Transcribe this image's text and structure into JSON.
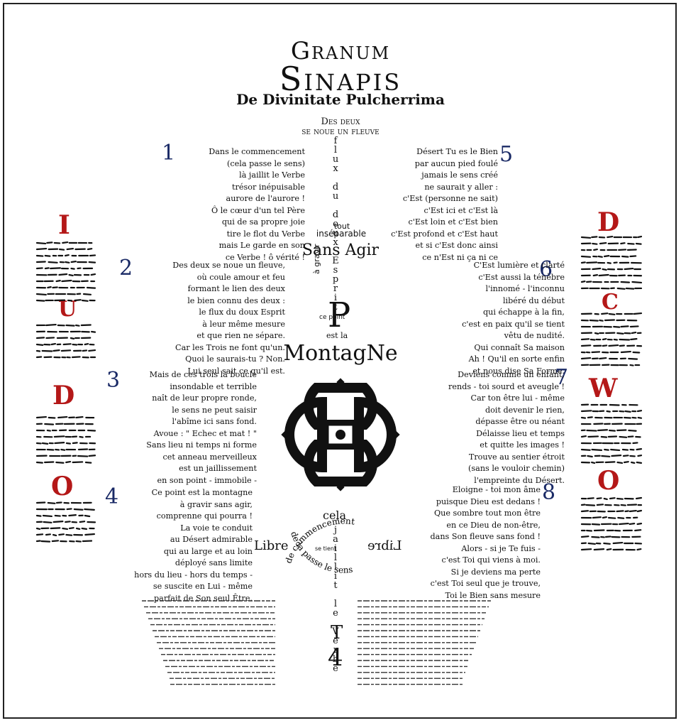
{
  "title": {
    "line1": "Granum",
    "line2": "Sinapis",
    "line3": "De Divinitate Pulcherrima"
  },
  "subtitle": {
    "line1": "Des deux",
    "line2": "se noue un fleuve"
  },
  "stanzas": [
    {
      "num": "1",
      "lines": [
        "Dans le commencement",
        "(cela passe le sens)",
        "là jaillit le Verbe",
        "trésor inépuisable",
        "aurore de l'aurore !",
        "Ô le cœur d'un tel Père",
        "qui de sa propre joie",
        "tire le flot du Verbe",
        "mais Le garde en son",
        "ce Verbe ! ô vérité !"
      ]
    },
    {
      "num": "2",
      "lines": [
        "Des deux se noue un fleuve,",
        "où coule amour et feu",
        "formant le lien des deux",
        "le bien connu des deux :",
        "le flux du doux Esprit",
        "à leur même mesure",
        "et que rien ne sépare.",
        "Car les Trois ne font qu'un.",
        "Quoi le saurais-tu ? Non.",
        "Lui seul sait ce qu'il est."
      ]
    },
    {
      "num": "3",
      "lines": [
        "Mais de ces trois la boucle",
        "insondable et terrible",
        "naît de leur propre ronde,",
        "le sens ne peut saisir",
        "l'abîme ici sans fond.",
        "Avoue : \" Echec et mat ! \"",
        "Sans lieu ni temps ni forme",
        "cet anneau merveilleux",
        "est un jaillissement",
        "en son point - immobile -"
      ]
    },
    {
      "num": "4",
      "lines": [
        "Ce point est la montagne",
        "à gravir sans agir,",
        "comprenne qui pourra !",
        "La voie te conduit",
        "au Désert admirable",
        "qui au large et au loin",
        "déployé sans limite",
        "hors du lieu - hors du temps -",
        "se suscite en Lui - même",
        "parfait de Son seul Être."
      ]
    },
    {
      "num": "5",
      "lines": [
        "Désert Tu es le Bien",
        "par aucun pied foulé",
        "jamais le sens créé",
        "ne saurait y aller :",
        "c'Est (personne ne sait)",
        "c'Est ici et c'Est là",
        "c'Est loin et c'Est bien",
        "c'Est profond et c'Est haut",
        "et si c'Est donc ainsi",
        "ce n'Est ni ça ni ce"
      ]
    },
    {
      "num": "6",
      "lines": [
        "C'Est lumière et clarté",
        "c'Est aussi la ténèbre",
        "l'innomé - l'inconnu",
        "libéré du début",
        "qui échappe à la fin,",
        "c'est en paix qu'il se tient",
        "vêtu de nudité.",
        "Qui connaît Sa maison",
        "Ah ! Qu'il en sorte enfin",
        "et nous dise Sa Forme."
      ]
    },
    {
      "num": "7",
      "lines": [
        "Deviens comme un enfant,",
        "rends - toi sourd et aveugle !",
        "Car ton être lui - même",
        "doit devenir le rien,",
        "dépasse être ou néant",
        "Délaisse lieu et temps",
        "et quitte les images !",
        "Trouve au sentier étroit",
        "(sans le vouloir chemin)",
        "l'empreinte du Désert."
      ]
    },
    {
      "num": "8",
      "lines": [
        "Eloigne - toi mon âme",
        "puisque Dieu est dedans !",
        "Que sombre tout mon être",
        "en ce Dieu de non-être,",
        "dans Son fleuve sans fond !",
        "Alors - si je Te fuis -",
        "c'est Toi qui viens à moi.",
        "Si je deviens ma perte",
        "c'est Toi seul que je trouve,",
        "Toi le Bien sans mesure"
      ]
    }
  ],
  "center": {
    "vertical_top": "flux du doux Esprit",
    "tout": "tout",
    "insep": "inséparable",
    "sans_agir": "Sans Agir",
    "a_gravir": "à gravir",
    "ce_point": "ce point",
    "p_letter": "P",
    "est_la": "est la",
    "montagne": "MontagNe",
    "arc": "de commencement",
    "arc_bottom": "de la passe le sens",
    "cela": "cela",
    "vertical_bottom": "jaillit le Verbe",
    "se_tient": "se tient",
    "libre_left": "Libre",
    "libre_right": "Libre",
    "bottom_t": "T",
    "bottom_4": "4"
  },
  "red_letters_left": [
    "I",
    "U",
    "D",
    "O"
  ],
  "red_letters_right": [
    "D",
    "C",
    "W",
    "O"
  ],
  "colors": {
    "red": "#b41818",
    "ink": "#111111",
    "blue": "#1a2a66"
  }
}
